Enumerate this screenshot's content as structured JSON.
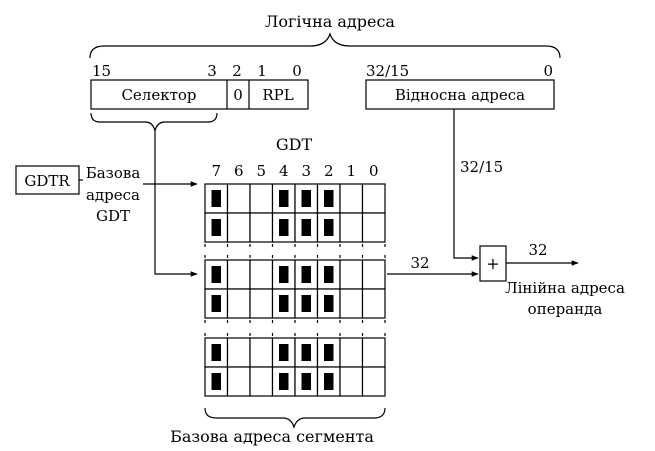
{
  "logical_address": {
    "title": "Логічна адреса",
    "selector_bits": {
      "high": "15",
      "low": "3"
    },
    "ti_bit": "2",
    "rpl_bits": {
      "high": "1",
      "low": "0"
    },
    "offset_bits": {
      "high": "32/15",
      "low": "0"
    },
    "selector_label": "Селектор",
    "ti_label": "0",
    "rpl_label": "RPL",
    "offset_label": "Відносна адреса"
  },
  "gdtr": {
    "label": "GDTR",
    "base_label_lines": [
      "Базова",
      "адреса",
      "GDT"
    ]
  },
  "gdt": {
    "title": "GDT",
    "bit_columns": [
      "7",
      "6",
      "5",
      "4",
      "3",
      "2",
      "1",
      "0"
    ],
    "filled_columns": [
      0,
      3,
      4,
      5
    ],
    "row_groups": 3,
    "rows_per_group": 2,
    "bottom_label": "Базова адреса сегмента"
  },
  "offset_width_label": "32/15",
  "adder": {
    "symbol": "+",
    "input_width_label": "32",
    "output_width_label": "32"
  },
  "linear_address": {
    "label_lines": [
      "Лінійна адреса",
      "операнда"
    ]
  }
}
